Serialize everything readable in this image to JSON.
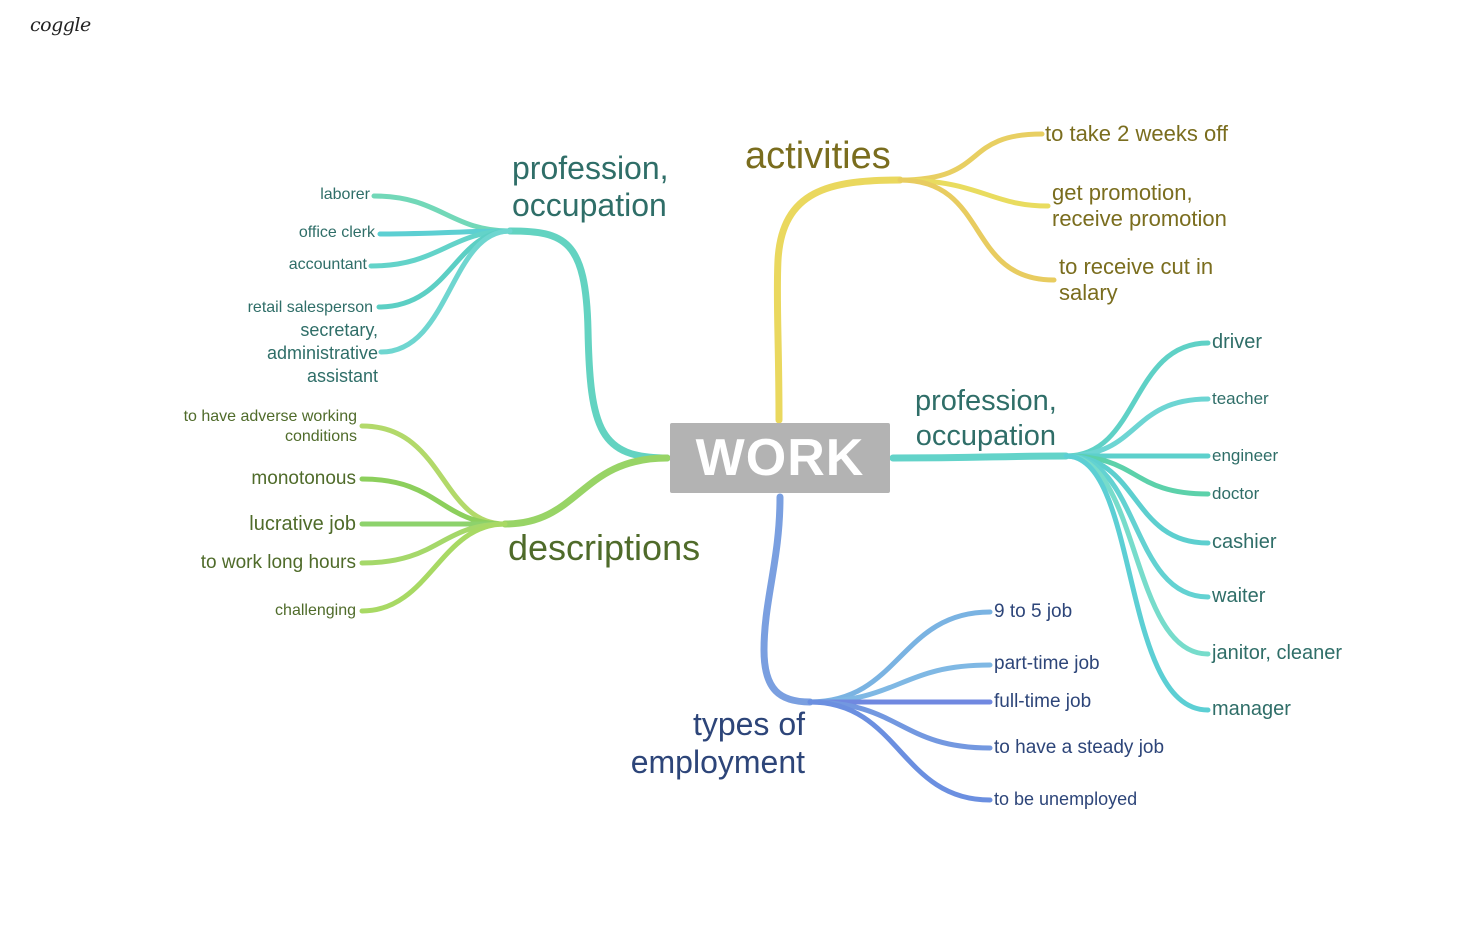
{
  "app": {
    "logo_text": "coggle"
  },
  "root": {
    "label": "WORK"
  },
  "branches": {
    "profession_left": {
      "label": "profession,\noccupation",
      "color": "#5fd3c4",
      "children": [
        "laborer",
        "office clerk",
        "accountant",
        "retail salesperson",
        "secretary,\nadministrative\nassistant"
      ]
    },
    "descriptions": {
      "label": "descriptions",
      "color": "#9ad468",
      "children": [
        "to have adverse working\nconditions",
        "monotonous",
        "lucrative job",
        "to work long hours",
        "challenging"
      ]
    },
    "activities": {
      "label": "activities",
      "color": "#ead662",
      "children": [
        "to take 2 weeks off",
        "get promotion,\nreceive promotion",
        "to receive cut in\nsalary"
      ]
    },
    "profession_right": {
      "label": "profession,\noccupation",
      "color": "#5fd3c4",
      "children": [
        "driver",
        "teacher",
        "engineer",
        "doctor",
        "cashier",
        "waiter",
        "janitor, cleaner",
        "manager"
      ]
    },
    "types": {
      "label": "types of\nemployment",
      "color": "#7aa1e0",
      "children": [
        "9 to 5 job",
        "part-time job",
        "full-time job",
        "to have a steady job",
        "to be unemployed"
      ]
    }
  }
}
